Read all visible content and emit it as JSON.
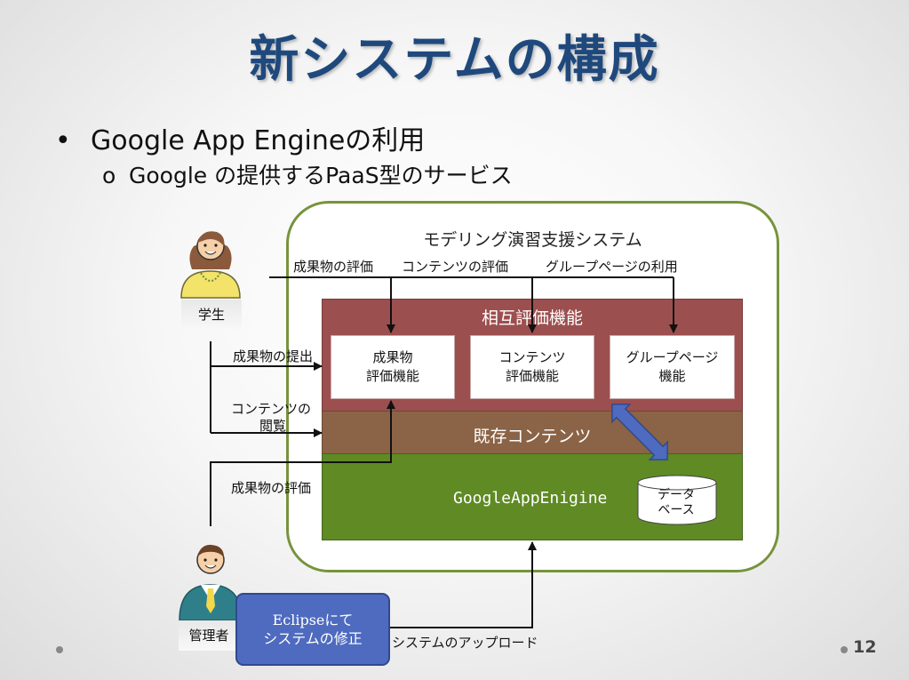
{
  "slide": {
    "title": "新システムの構成",
    "bullet1": "Google App Engineの利用",
    "bullet1_marker": "•",
    "bullet2": "Google の提供するPaaS型のサービス",
    "bullet2_marker": "o",
    "page_number": "12"
  },
  "diagram": {
    "system_title": "モデリング演習支援システム",
    "operations": [
      "成果物の評価",
      "コンテンツの評価",
      "グループページの利用"
    ],
    "layers": {
      "mutual": "相互評価機能",
      "existing": "既存コンテンツ",
      "gae": "GoogleAppEnigine"
    },
    "functions": [
      {
        "line1": "成果物",
        "line2": "評価機能"
      },
      {
        "line1": "コンテンツ",
        "line2": "評価機能"
      },
      {
        "line1": "グループページ",
        "line2": "機能"
      }
    ],
    "database": {
      "line1": "データ",
      "line2": "ベース"
    },
    "student": {
      "label": "学生",
      "actions": {
        "submit": "成果物の提出",
        "browse_line1": "コンテンツの",
        "browse_line2": "閲覧"
      }
    },
    "admin": {
      "label": "管理者",
      "action": "成果物の評価"
    },
    "eclipse": {
      "line1": "Eclipseにて",
      "line2": "システムの修正"
    },
    "upload": "システムのアップロード"
  },
  "colors": {
    "title": "#1f497d",
    "system_border": "#77933c",
    "mutual_layer": "#9c4f4f",
    "existing_layer": "#8b6346",
    "gae_layer": "#5f8a24",
    "double_arrow": "#4f6bbf",
    "eclipse_box": "#4f6bbf"
  }
}
